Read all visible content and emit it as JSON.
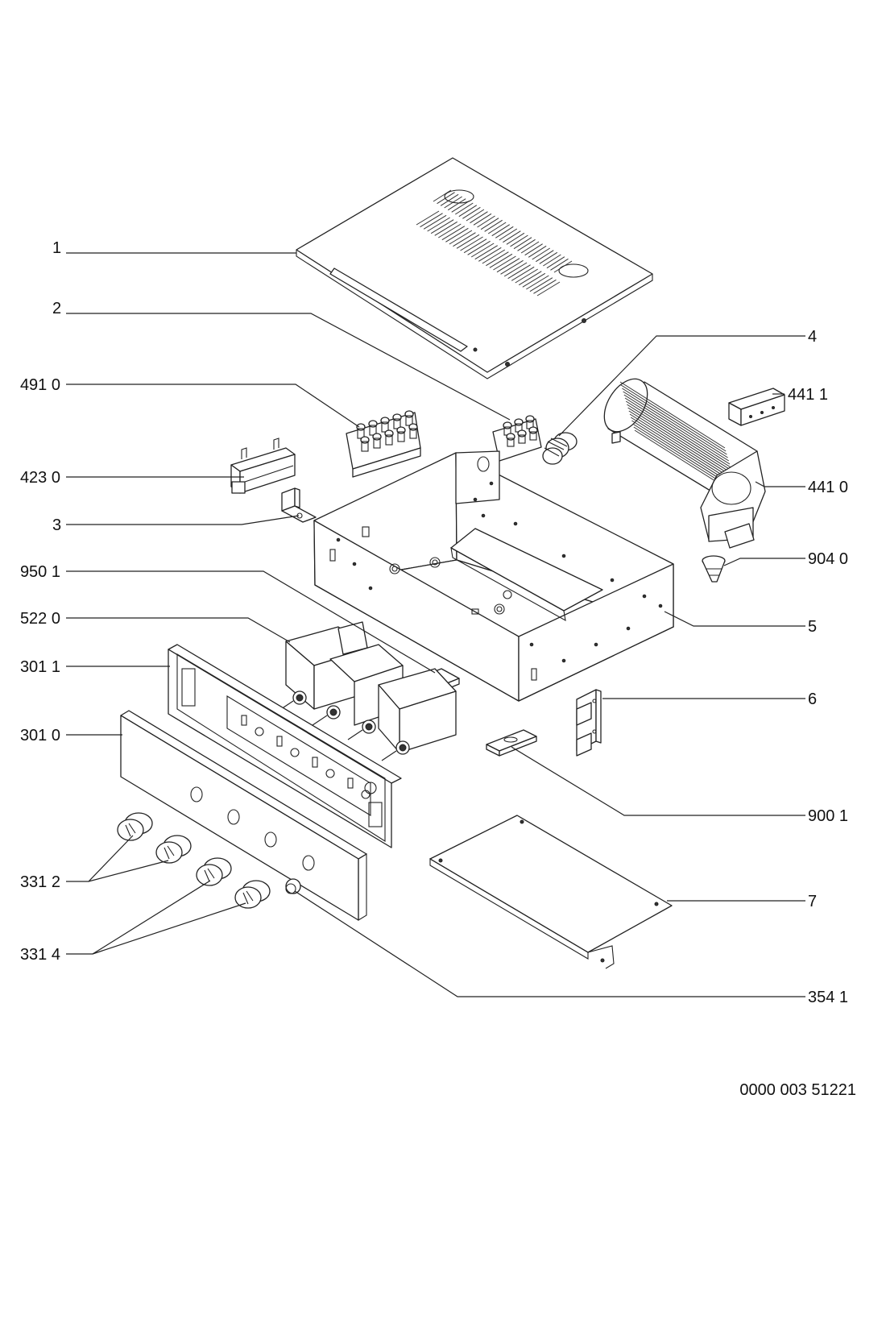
{
  "callouts": {
    "c1": "1",
    "c2": "2",
    "c4": "4",
    "c491": "491 0",
    "c4411": "441 1",
    "c423": "423 0",
    "c4410": "441 0",
    "c3": "3",
    "c950": "950 1",
    "c904": "904 0",
    "c522": "522 0",
    "c5": "5",
    "c3011": "301 1",
    "c6": "6",
    "c3010": "301 0",
    "c900": "900 1",
    "c3312": "331 2",
    "c7": "7",
    "c3314": "331 4",
    "c354": "354 1"
  },
  "drawing_number": "0000 003 51221"
}
